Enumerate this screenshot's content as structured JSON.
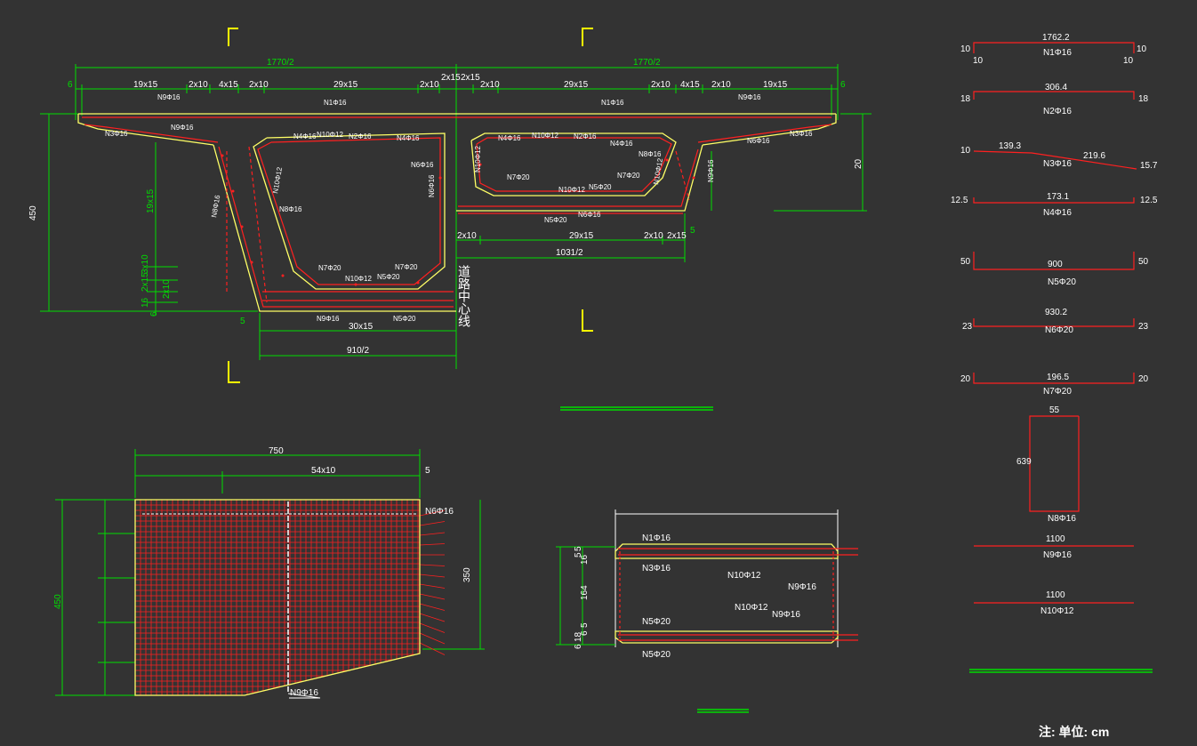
{
  "colors": {
    "background": "#333333",
    "concrete_outline": "#ffff66",
    "rebar": "#ff2020",
    "dimension": "#00dd00",
    "text": "#ffffff"
  },
  "section": {
    "half_width_left": "1770/2",
    "half_width_right": "1770/2",
    "edge_6_left": "6",
    "edge_6_right": "6",
    "top_left": [
      "19x15",
      "2x10",
      "4x15",
      "2x10",
      "29x15",
      "2x10",
      "2x15"
    ],
    "top_right": [
      "2x15",
      "2x10",
      "29x15",
      "2x10",
      "4x15",
      "2x10",
      "19x15"
    ],
    "height": "450",
    "right_height": "20",
    "bottom_left_spacing": "30x15",
    "bottom_left_width": "910/2",
    "bottom_right_spacing_1": "2x10",
    "bottom_right_spacing_2": "29x15",
    "bottom_right_spacing_3": "2x10",
    "bottom_right_spacing_4": "2x15",
    "bottom_right_width": "1031/2",
    "num_5_left": "5",
    "num_5_right": "5",
    "web_spacing": "19x15",
    "left_small_dims": [
      "3x10",
      "2x15",
      "2x10",
      "16",
      "6"
    ],
    "centerline_label": "道路中心线",
    "rebar_labels": {
      "n9_top_left": "N9Φ16",
      "n1_top": "N1Φ16",
      "n3_left": "N3Φ16",
      "n9_left_2": "N9Φ16",
      "n4_left": "N4Φ16",
      "n10_left": "N10Φ12",
      "n2_left": "N2Φ16",
      "n4_left_2": "N4Φ16",
      "n6_left": "N6Φ16",
      "n8_web_left": "N8Φ16",
      "n8_inner": "N8Φ16",
      "n6_inner": "N6Φ16",
      "n10_web": "N10Φ12",
      "n10_wall": "N10Φ12",
      "n7_bot_1": "N7Φ20",
      "n10_bot": "N10Φ12",
      "n5_bot": "N5Φ20",
      "n7_bot_2": "N7Φ20",
      "n9_bottom": "N9Φ16",
      "n5_bottom": "N5Φ20",
      "n1_top_r": "N1Φ16",
      "n9_top_r": "N9Φ16",
      "n4_right": "N4Φ16",
      "n10_right": "N10Φ12",
      "n2_right": "N2Φ16",
      "n4_right_2": "N4Φ16",
      "n8_right": "N8Φ16",
      "n6_right": "N6Φ16",
      "n3_right": "N3Φ16",
      "n10_right_wall": "N10Φ12",
      "n7_right_1": "N7Φ20",
      "n10_right_bot": "N10Φ12",
      "n5_right_bot": "N5Φ20",
      "n7_right_2": "N7Φ20",
      "n10_right_web": "N10Φ12",
      "n6_right_web": "N6Φ16",
      "n5_right_bottom": "N5Φ20",
      "n6_right_bottom": "N6Φ16",
      "n9_right_web": "N9Φ16"
    }
  },
  "bar_schedule": [
    {
      "id": "n1",
      "top": "1762.2",
      "left": "10",
      "right": "10",
      "bl": "10",
      "br": "10",
      "label": "N1Φ16"
    },
    {
      "id": "n2",
      "top": "306.4",
      "left": "18",
      "right": "18",
      "label": "N2Φ16"
    },
    {
      "id": "n3",
      "top1": "139.3",
      "top2": "219.6",
      "left": "10",
      "right": "15.7",
      "label": "N3Φ16"
    },
    {
      "id": "n4",
      "top": "173.1",
      "left": "12.5",
      "right": "12.5",
      "label": "N4Φ16"
    },
    {
      "id": "n5",
      "top": "900",
      "left": "50",
      "right": "50",
      "label": "N5Φ20"
    },
    {
      "id": "n6",
      "top": "930.2",
      "left": "23",
      "right": "23",
      "label": "N6Φ20"
    },
    {
      "id": "n7",
      "top": "196.5",
      "left": "20",
      "right": "20",
      "label": "N7Φ20"
    },
    {
      "id": "n8",
      "top": "55",
      "side": "639",
      "label": "N8Φ16"
    },
    {
      "id": "n9",
      "top": "1100",
      "label": "N9Φ16"
    },
    {
      "id": "n10",
      "top": "1100",
      "label": "N10Φ12"
    }
  ],
  "side_view": {
    "width": "750",
    "spacing": "54x10",
    "end": "5",
    "height_left": "450",
    "height_right": "350",
    "label_top": "N6Φ16",
    "label_bottom": "N9Φ16"
  },
  "detail": {
    "dims": [
      "5",
      "5",
      "16",
      "164",
      "6",
      "18",
      "5",
      "6"
    ],
    "labels": [
      "N1Φ16",
      "N3Φ16",
      "N10Φ12",
      "N9Φ16",
      "N10Φ12",
      "N9Φ16",
      "N5Φ20",
      "N5Φ20"
    ]
  },
  "note": "注: 单位: cm"
}
